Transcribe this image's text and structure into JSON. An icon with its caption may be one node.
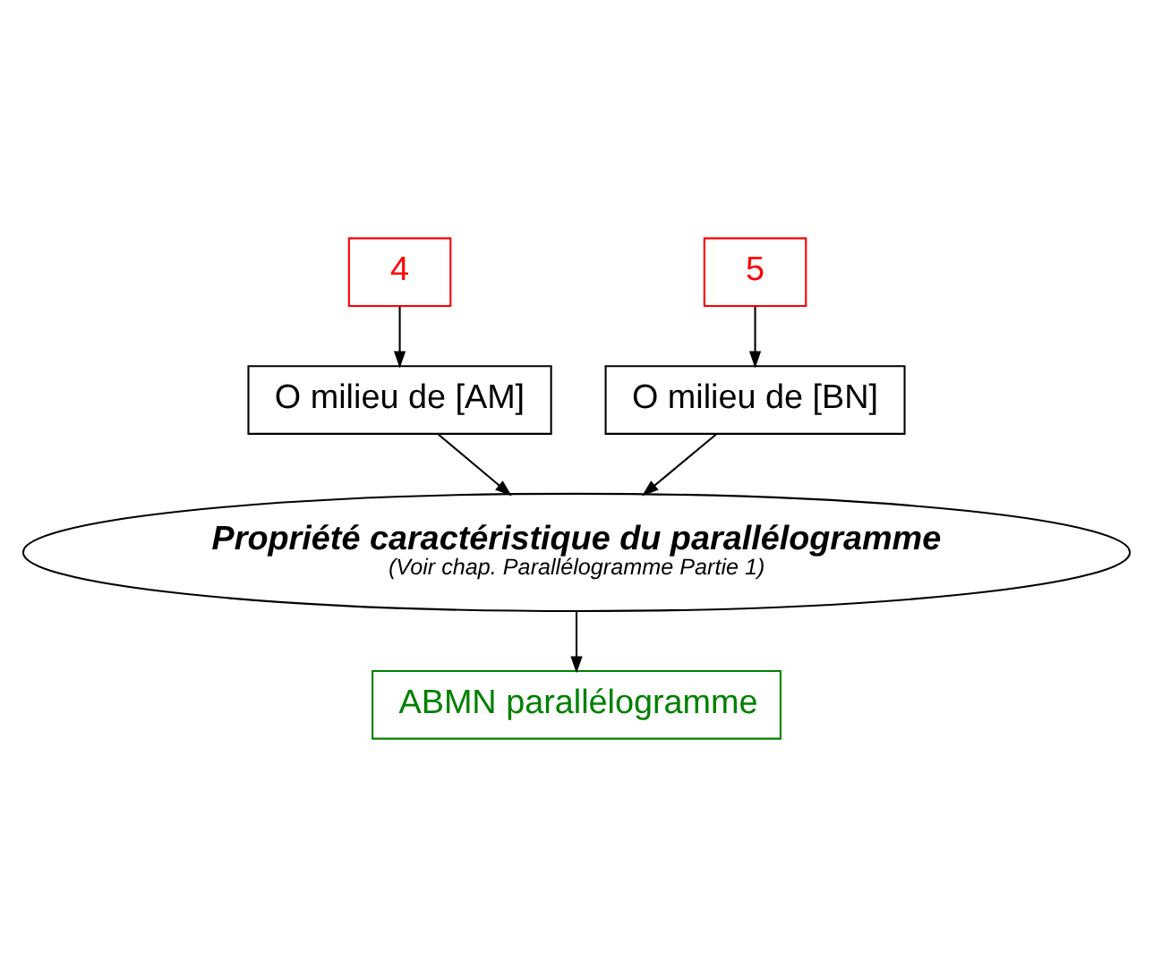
{
  "diagram": {
    "nodes": [
      {
        "text": [
          "4"
        ]
      },
      {
        "text": [
          "5"
        ]
      },
      {
        "text": [
          "O milieu de [AM]"
        ]
      },
      {
        "text": [
          "O milieu de [BN]"
        ]
      },
      {
        "text": [
          "Propriété caractéristique du parallélogramme",
          "(Voir chap. Parallélogramme Partie 1)"
        ]
      },
      {
        "text": [
          "ABMN parallélogramme"
        ]
      }
    ],
    "edges": [
      {
        "from": 0,
        "to": 2,
        "arrow": "to"
      },
      {
        "from": 1,
        "to": 3,
        "arrow": "to"
      },
      {
        "from": 2,
        "to": 4,
        "arrow": "to"
      },
      {
        "from": 3,
        "to": 4,
        "arrow": "to"
      },
      {
        "from": 4,
        "to": 5,
        "arrow": "to"
      }
    ]
  }
}
